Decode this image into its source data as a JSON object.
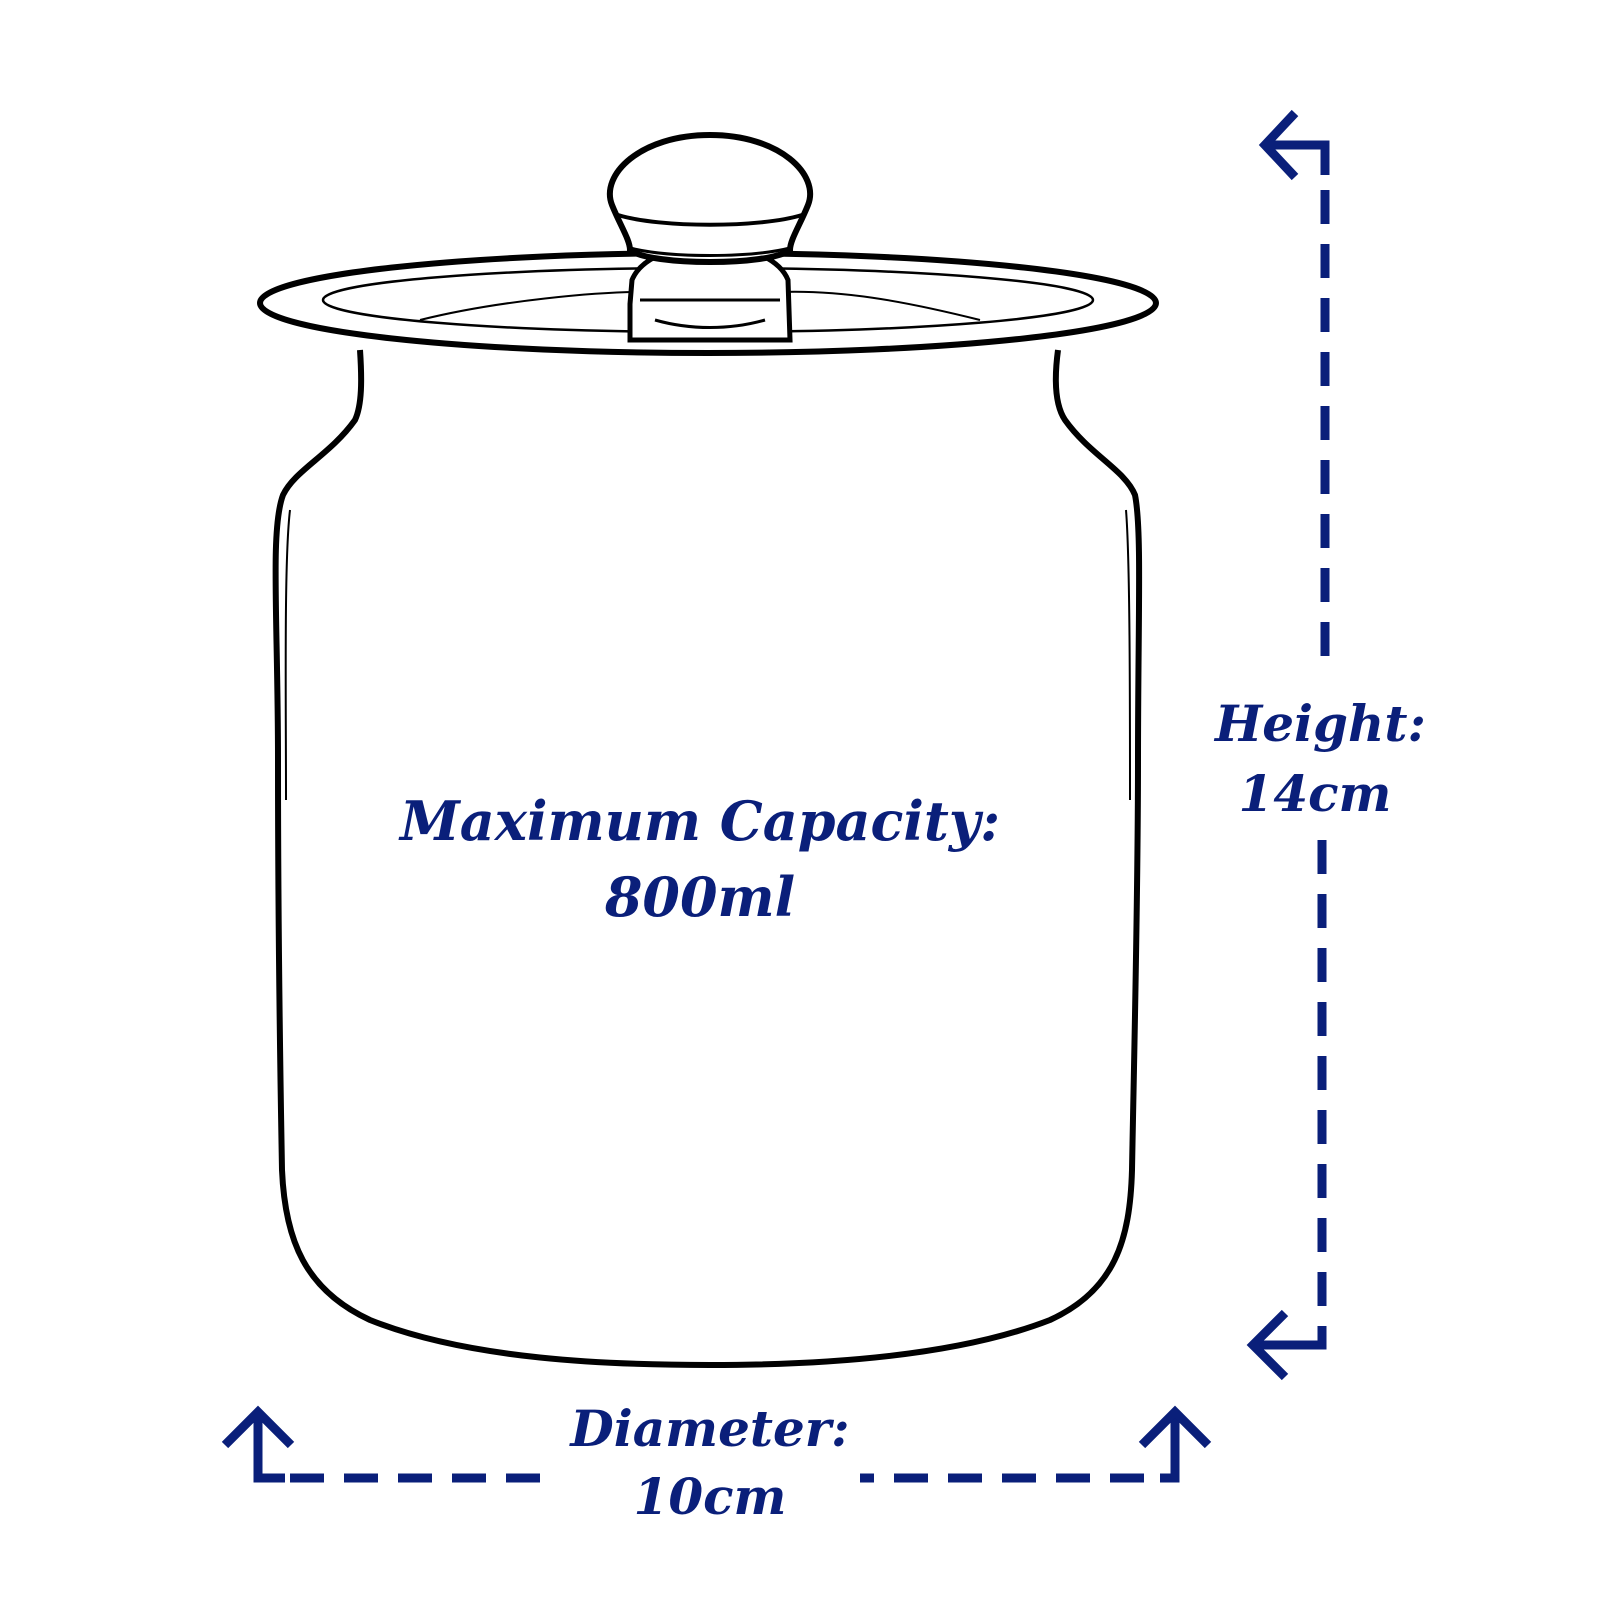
{
  "capacity": {
    "title": "Maximum Capacity:",
    "value": "800ml"
  },
  "height": {
    "title": "Height:",
    "value": "14cm"
  },
  "diameter": {
    "title": "Diameter:",
    "value": "10cm"
  },
  "colors": {
    "accent": "#0a1f7a",
    "outline": "#000000",
    "background": "#ffffff"
  }
}
